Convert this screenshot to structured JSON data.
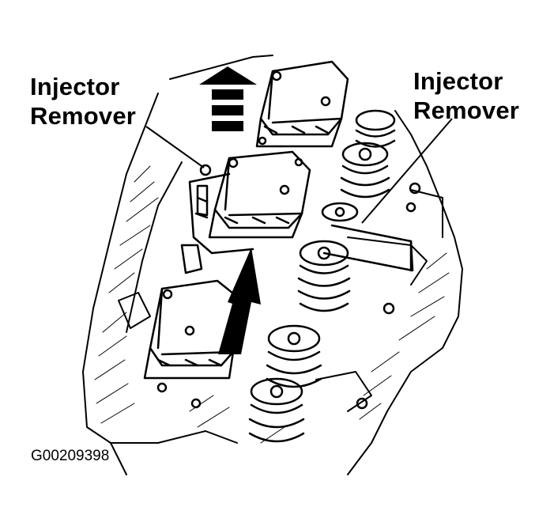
{
  "labels": {
    "left": {
      "line1": "Injector",
      "line2": "Remover"
    },
    "right": {
      "line1": "Injector",
      "line2": "Remover"
    }
  },
  "figure_code": "G00209398",
  "colors": {
    "ink": "#000000",
    "paper": "#ffffff"
  }
}
